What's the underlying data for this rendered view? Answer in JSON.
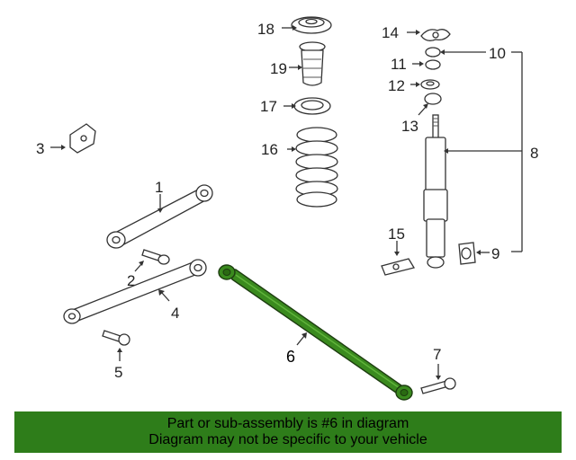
{
  "diagram": {
    "callouts": [
      "1",
      "2",
      "3",
      "4",
      "5",
      "6",
      "7",
      "8",
      "9",
      "10",
      "11",
      "12",
      "13",
      "14",
      "15",
      "16",
      "17",
      "18",
      "19"
    ],
    "highlight_part": "6",
    "highlight_color": "#3a8a1e"
  },
  "banner": {
    "line1": "Part or sub-assembly is #6 in diagram",
    "line2": "Diagram may not be specific to your vehicle",
    "background": "#2e7d1a"
  }
}
